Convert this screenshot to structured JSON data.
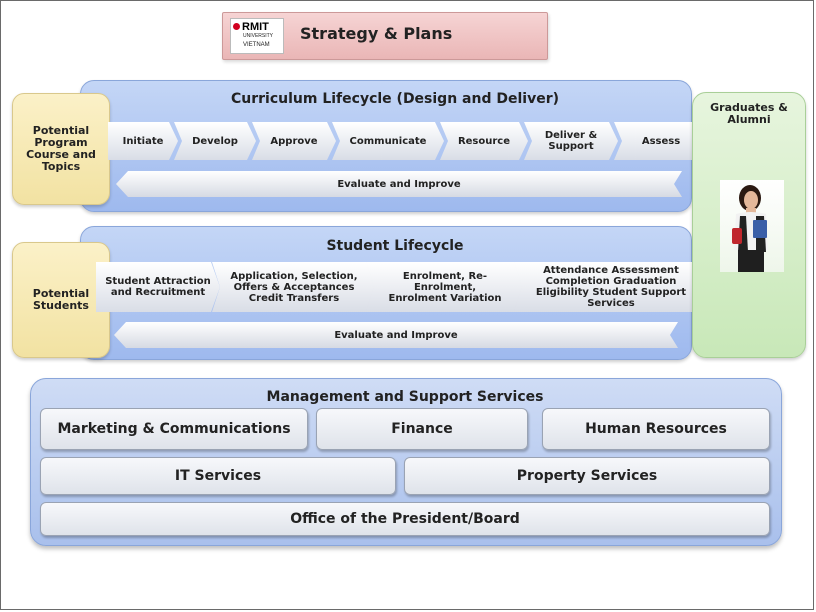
{
  "header": {
    "logo_text": "RMIT",
    "logo_university": "UNIVERSITY",
    "logo_location": "VIETNAM",
    "title": "Strategy & Plans"
  },
  "curriculum": {
    "title": "Curriculum  Lifecycle  (Design and Deliver)",
    "input": "Potential Program Course and Topics",
    "steps": [
      "Initiate",
      "Develop",
      "Approve",
      "Communicate",
      "Resource",
      "Deliver & Support",
      "Assess"
    ],
    "evaluate": "Evaluate and Improve"
  },
  "student": {
    "title": "Student Lifecycle",
    "input": "Potential Students",
    "steps": [
      "Student Attraction and Recruitment",
      "Application, Selection, Offers & Acceptances Credit Transfers",
      "Enrolment, Re-Enrolment, Enrolment Variation",
      "Attendance Assessment Completion Graduation Eligibility Student Support Services"
    ],
    "evaluate": "Evaluate and Improve"
  },
  "graduates": {
    "title": "Graduates & Alumni"
  },
  "management": {
    "title": "Management and Support Services",
    "services": [
      "Marketing & Communications",
      "Finance",
      "Human Resources",
      "IT Services",
      "Property Services",
      "Office of the President/Board"
    ]
  }
}
